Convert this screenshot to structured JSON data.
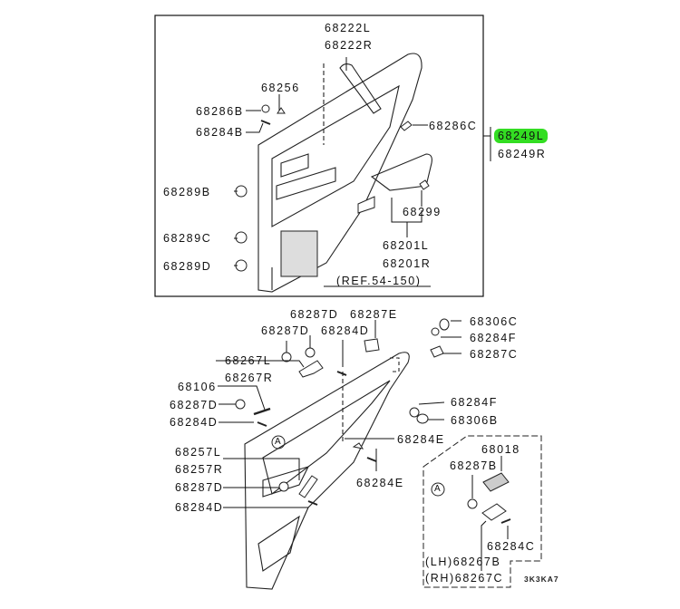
{
  "diagram": {
    "title": "Rear door trim parts diagram",
    "highlight_color": "#33dd22",
    "top_panel": {
      "labels": [
        "68222L",
        "68222R",
        "68256",
        "68286B",
        "68284B",
        "68286C",
        "68289B",
        "68299",
        "68289C",
        "68201L",
        "68201R",
        "68289D",
        "(REF.54-150)"
      ]
    },
    "side_callout": {
      "primary": "68249L",
      "secondary": "68249R"
    },
    "bottom_section": {
      "labels": [
        "68287D",
        "68287E",
        "68287D",
        "68284D",
        "68306C",
        "68284F",
        "68267L",
        "68267R",
        "68287C",
        "68106",
        "68287D",
        "68284F",
        "68284D",
        "68306B",
        "68284E",
        "68257L",
        "68257R",
        "68287D",
        "68284D",
        "68284E"
      ]
    },
    "detail_A": {
      "marker": "A",
      "labels": [
        "68018",
        "68287B",
        "68284C",
        "(LH)68267B",
        "(RH)68267C"
      ]
    },
    "ref_code": "3K3KA7"
  }
}
